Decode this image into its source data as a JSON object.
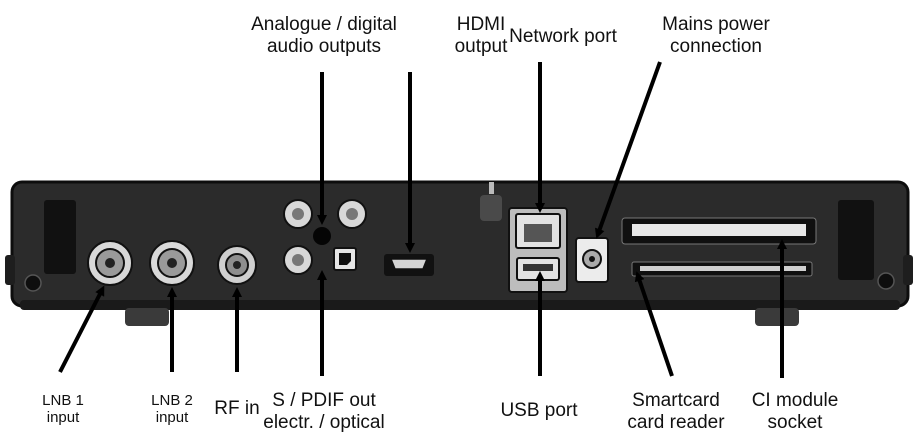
{
  "labels": {
    "analogue_digital": [
      "Analogue / digital",
      "audio outputs"
    ],
    "hdmi": [
      "HDMI",
      "output"
    ],
    "network": [
      "Network port"
    ],
    "mains": [
      "Mains power",
      "connection"
    ],
    "lnb1": [
      "LNB 1",
      "input"
    ],
    "lnb2": [
      "LNB 2",
      "input"
    ],
    "rf_in": [
      "RF in"
    ],
    "spdif": [
      "S / PDIF out",
      "electr. / optical"
    ],
    "usb": [
      "USB port"
    ],
    "smartcard": [
      "Smartcard",
      "card reader"
    ],
    "ci_module": [
      "CI module",
      "socket"
    ]
  },
  "colors": {
    "chassis": "#2b2b2b",
    "chassis_dark": "#151515",
    "port_silver": "#d8d8d8",
    "arrow": "#000000"
  }
}
